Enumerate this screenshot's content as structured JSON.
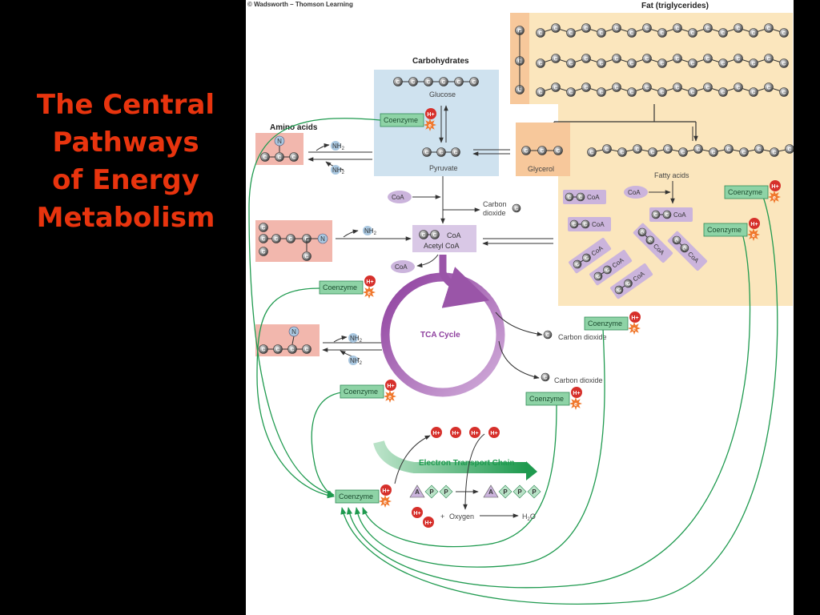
{
  "slide": {
    "title_lines": [
      "The Central",
      "Pathways",
      "of Energy",
      "Metabolism"
    ]
  },
  "diagram": {
    "copyright": "© Wadsworth – Thomson Learning",
    "sections": {
      "fat": "Fat (triglycerides)",
      "carbohydrates": "Carbohydrates",
      "amino_acids": "Amino acids"
    },
    "labels": {
      "glucose": "Glucose",
      "pyruvate": "Pyruvate",
      "glycerol": "Glycerol",
      "fatty_acids": "Fatty acids",
      "acetyl_coa": "Acetyl CoA",
      "coa": "CoA",
      "carbon": "Carbon",
      "dioxide": "dioxide",
      "carbon_dioxide": "Carbon dioxide",
      "tca_cycle": "TCA Cycle",
      "etc": "Electron Transport Chain",
      "coenzyme": "Coenzyme",
      "nh2": "NH",
      "nh2_sub": "2",
      "oxygen": "Oxygen",
      "plus": "+",
      "water": "H",
      "water_sub": "2",
      "water_o": "O",
      "atom_c": "C",
      "atom_n": "N",
      "hplus": "H+",
      "electron": "e",
      "atp_a": "A",
      "atp_p": "P"
    },
    "colors": {
      "fat_bg": "#fbe6bd",
      "glycerol_bg": "#f7c89b",
      "carb_bg": "#cfe2ef",
      "amino_bg": "#f2b7ad",
      "acetyl_bg": "#d9c8e6",
      "coa_bg": "#cbb4dc",
      "tca": "#9a55a8",
      "coenzyme": "#8ed3a6",
      "arrow_green": "#1f9a4f",
      "etc": "#1f9a4f",
      "hydrogen": "#d6302b",
      "electron": "#f0782d",
      "title": "#e8340e"
    }
  }
}
